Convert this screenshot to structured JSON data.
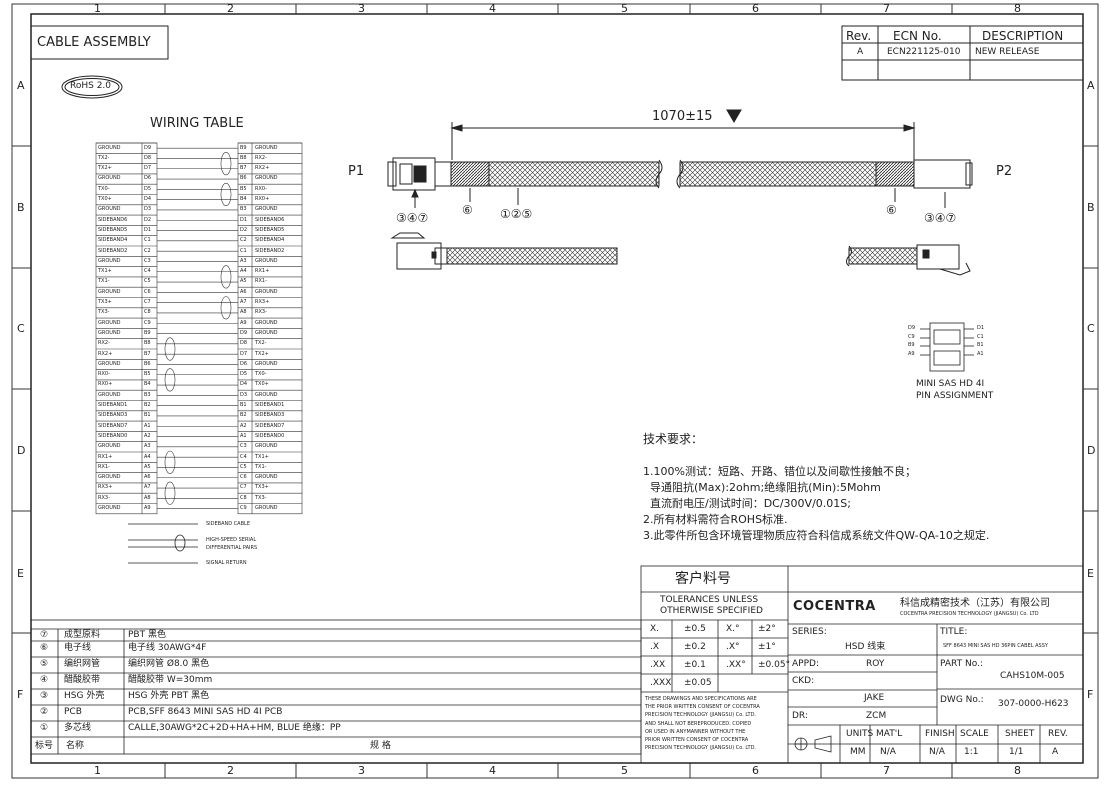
{
  "border": {
    "col_numbers": [
      "1",
      "2",
      "3",
      "4",
      "5",
      "6",
      "7",
      "8"
    ],
    "row_letters": [
      "A",
      "B",
      "C",
      "D",
      "E",
      "F"
    ]
  },
  "title_box": "CABLE ASSEMBLY",
  "rohs": "RoHS 2.0",
  "revision": {
    "headers": [
      "Rev.",
      "ECN No.",
      "DESCRIPTION"
    ],
    "rows": [
      [
        "A",
        "ECN221125-010",
        "NEW RELEASE"
      ]
    ]
  },
  "wiring_table": {
    "title": "WIRING TABLE",
    "left": [
      [
        "GROUND",
        "D9"
      ],
      [
        "TX2-",
        "D8"
      ],
      [
        "TX2+",
        "D7"
      ],
      [
        "GROUND",
        "D6"
      ],
      [
        "TX0-",
        "D5"
      ],
      [
        "TX0+",
        "D4"
      ],
      [
        "GROUND",
        "D3"
      ],
      [
        "SIDEBAND6",
        "D2"
      ],
      [
        "SIDEBAND5",
        "D1"
      ],
      [
        "SIDEBAND4",
        "C1"
      ],
      [
        "SIDEBAND2",
        "C2"
      ],
      [
        "GROUND",
        "C3"
      ],
      [
        "TX1+",
        "C4"
      ],
      [
        "TX1-",
        "C5"
      ],
      [
        "GROUND",
        "C6"
      ],
      [
        "TX3+",
        "C7"
      ],
      [
        "TX3-",
        "C8"
      ],
      [
        "GROUND",
        "C9"
      ],
      [
        "GROUND",
        "B9"
      ],
      [
        "RX2-",
        "B8"
      ],
      [
        "RX2+",
        "B7"
      ],
      [
        "GROUND",
        "B6"
      ],
      [
        "RX0-",
        "B5"
      ],
      [
        "RX0+",
        "B4"
      ],
      [
        "GROUND",
        "B3"
      ],
      [
        "SIDEBAND1",
        "B2"
      ],
      [
        "SIDEBAND3",
        "B1"
      ],
      [
        "SIDEBAND7",
        "A1"
      ],
      [
        "SIDEBAND0",
        "A2"
      ],
      [
        "GROUND",
        "A3"
      ],
      [
        "RX1+",
        "A4"
      ],
      [
        "RX1-",
        "A5"
      ],
      [
        "GROUND",
        "A6"
      ],
      [
        "RX3+",
        "A7"
      ],
      [
        "RX3-",
        "A8"
      ],
      [
        "GROUND",
        "A9"
      ]
    ],
    "right": [
      [
        "B9",
        "GROUND"
      ],
      [
        "B8",
        "RX2-"
      ],
      [
        "B7",
        "RX2+"
      ],
      [
        "B6",
        "GROUND"
      ],
      [
        "B5",
        "RX0-"
      ],
      [
        "B4",
        "RX0+"
      ],
      [
        "B3",
        "GROUND"
      ],
      [
        "D1",
        "SIDEBAND6"
      ],
      [
        "D2",
        "SIDEBAND5"
      ],
      [
        "C2",
        "SIDEBAND4"
      ],
      [
        "C1",
        "SIDEBAND2"
      ],
      [
        "A3",
        "GROUND"
      ],
      [
        "A4",
        "RX1+"
      ],
      [
        "A5",
        "RX1-"
      ],
      [
        "A6",
        "GROUND"
      ],
      [
        "A7",
        "RX3+"
      ],
      [
        "A8",
        "RX3-"
      ],
      [
        "A9",
        "GROUND"
      ],
      [
        "D9",
        "GROUND"
      ],
      [
        "D8",
        "TX2-"
      ],
      [
        "D7",
        "TX2+"
      ],
      [
        "D6",
        "GROUND"
      ],
      [
        "D5",
        "TX0-"
      ],
      [
        "D4",
        "TX0+"
      ],
      [
        "D3",
        "GROUND"
      ],
      [
        "B1",
        "SIDEBAND1"
      ],
      [
        "B2",
        "SIDEBAND3"
      ],
      [
        "A2",
        "SIDEBAND7"
      ],
      [
        "A1",
        "SIDEBAND0"
      ],
      [
        "C3",
        "GROUND"
      ],
      [
        "C4",
        "TX1+"
      ],
      [
        "C5",
        "TX1-"
      ],
      [
        "C6",
        "GROUND"
      ],
      [
        "C7",
        "TX3+"
      ],
      [
        "C8",
        "TX3-"
      ],
      [
        "C9",
        "GROUND"
      ]
    ],
    "legend": [
      "SIDEBAND CABLE",
      "HIGH-SPEED SERIAL",
      "DIFFERENTIAL PAIRS",
      "SIGNAL RETURN"
    ]
  },
  "drawing": {
    "dimension": "1070±15",
    "p1": "P1",
    "p2": "P2",
    "callout_left_conn": "③④⑦",
    "callout_right_conn": "③④⑦",
    "callout_6_left": "⑥",
    "callout_6_right": "⑥",
    "callout_cable": "①②⑤",
    "pin_labels_left": [
      "D9",
      "C9",
      "B9",
      "A9"
    ],
    "pin_labels_right": [
      "D1",
      "C1",
      "B1",
      "A1"
    ],
    "pin_caption": [
      "MINI SAS HD 4I",
      "PIN ASSIGNMENT"
    ]
  },
  "tech_req": {
    "title": "技术要求：",
    "lines": [
      "1.100%测试：短路、开路、错位以及间歇性接触不良；",
      "  导通阻抗(Max):2ohm;绝缘阻抗(Min):5Mohm",
      "  直流耐电压/测试时间：DC/300V/0.01S;",
      "2.所有材料需符合ROHS标准.",
      "3.此零件所包含环境管理物质应符合科信成系统文件QW-QA-10之规定."
    ]
  },
  "bom": {
    "rows": [
      [
        "⑦",
        "成型原料",
        "PBT 黑色"
      ],
      [
        "⑥",
        "电子线",
        "电子线 30AWG*4F"
      ],
      [
        "⑤",
        "编织网管",
        "编织网管 Ø8.0 黑色"
      ],
      [
        "④",
        "醋酸胶带",
        "醋酸胶带 W=30mm"
      ],
      [
        "③",
        "HSG 外壳",
        "HSG 外壳 PBT 黑色"
      ],
      [
        "②",
        "PCB",
        "PCB,SFF 8643 MINI SAS HD 4I PCB"
      ],
      [
        "①",
        "多芯线",
        "CALLE,30AWG*2C+2D+HA+HM, BLUE 绝缘：PP"
      ]
    ],
    "header": [
      "标号",
      "名称",
      "规 格"
    ]
  },
  "title_block": {
    "customer_part": "客户料号",
    "tolerance_title": [
      "TOLERANCES UNLESS",
      "OTHERWISE SPECIFIED"
    ],
    "tolerances": [
      [
        "X.",
        "±0.5",
        "X.°",
        "±2°"
      ],
      [
        ".X",
        "±0.2",
        ".X°",
        "±1°"
      ],
      [
        ".XX",
        "±0.1",
        ".XX°",
        "±0.05°"
      ],
      [
        ".XXX",
        "±0.05",
        "",
        ""
      ]
    ],
    "notice": [
      "THESE DRAWINGS AND SPECIFICATIONS ARE",
      "THE PRIOR WRITTEN CONSENT OF COCENTRA",
      "PRECISION TECHNOLOGY (JIANGSU) Co. LTD.",
      "AND SHALL NOT BEREPRODUCED. COPIED",
      "OR USED IN ANYMANNER WITHOUT THE",
      "PRIOR WRITTEN CONSENT OF COCENTRA",
      "PRECISION TECHNOLOGY (JIANGSU) Co. LTD."
    ],
    "logo": "COCENTRA",
    "company_cn": "科信成精密技术（江苏）有限公司",
    "company_en": "COCENTRA PRECISION TECHNOLOGY (JIANGSU) Co. LTD",
    "series_label": "SERIES:",
    "series_value": "HSD 线束",
    "title_label": "TITLE:",
    "title_value": "SFF 8643 MINI SAS HD 36PIN CABEL ASSY",
    "appd_label": "APPD:",
    "appd_value": "ROY",
    "part_label": "PART No.:",
    "part_value": "CAHS10M-005",
    "ckd_label": "CKD:",
    "ckd_value": "JAKE",
    "dwg_label": "DWG No.:",
    "dwg_value": "307-0000-H623",
    "dr_label": "DR:",
    "dr_value": "ZCM",
    "bottom_headers": [
      "UNITS",
      "MAT'L",
      "FINISH",
      "SCALE",
      "SHEET",
      "REV."
    ],
    "bottom_values": [
      "MM",
      "N/A",
      "N/A",
      "1:1",
      "1/1",
      "A"
    ]
  }
}
